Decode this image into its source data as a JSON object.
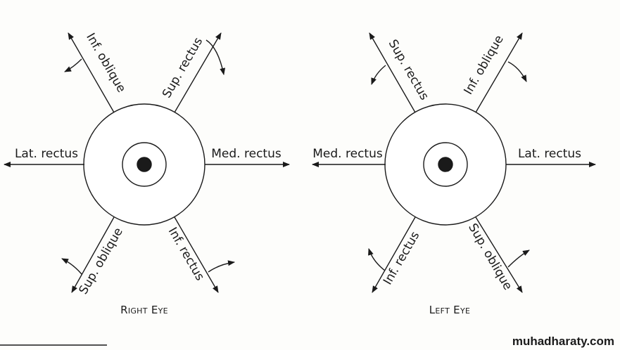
{
  "right_eye": {
    "caption": "Right Eye",
    "labels": {
      "upper_left": "Inf. oblique",
      "upper_right": "Sup. rectus",
      "left": "Lat. rectus",
      "right": "Med. rectus",
      "lower_left": "Sup. oblique",
      "lower_right": "Inf. rectus"
    }
  },
  "left_eye": {
    "caption": "Left Eye",
    "labels": {
      "upper_left": "Sup. rectus",
      "upper_right": "Inf. oblique",
      "left": "Med. rectus",
      "right": "Lat. rectus",
      "lower_left": "Inf. rectus",
      "lower_right": "Sup. oblique"
    }
  },
  "watermark": "muhadharaty.com"
}
